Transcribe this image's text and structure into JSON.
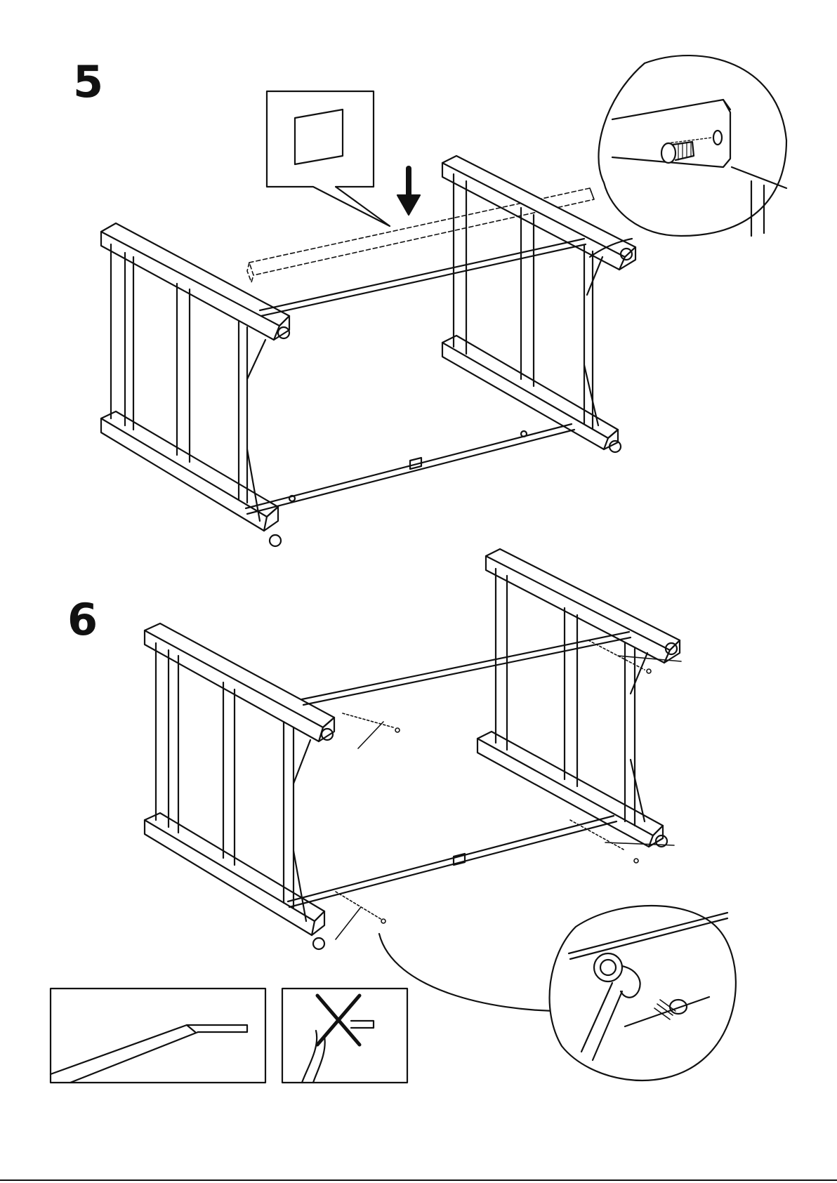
{
  "steps": [
    {
      "number": "5"
    },
    {
      "number": "6"
    }
  ],
  "detail_panels": [
    {
      "name": "correct-fit-panel",
      "verdict": "correct"
    },
    {
      "name": "incorrect-fit-panel",
      "verdict": "incorrect",
      "icon": "cross-icon"
    }
  ],
  "colors": {
    "line": "#111111",
    "background": "#ffffff"
  }
}
